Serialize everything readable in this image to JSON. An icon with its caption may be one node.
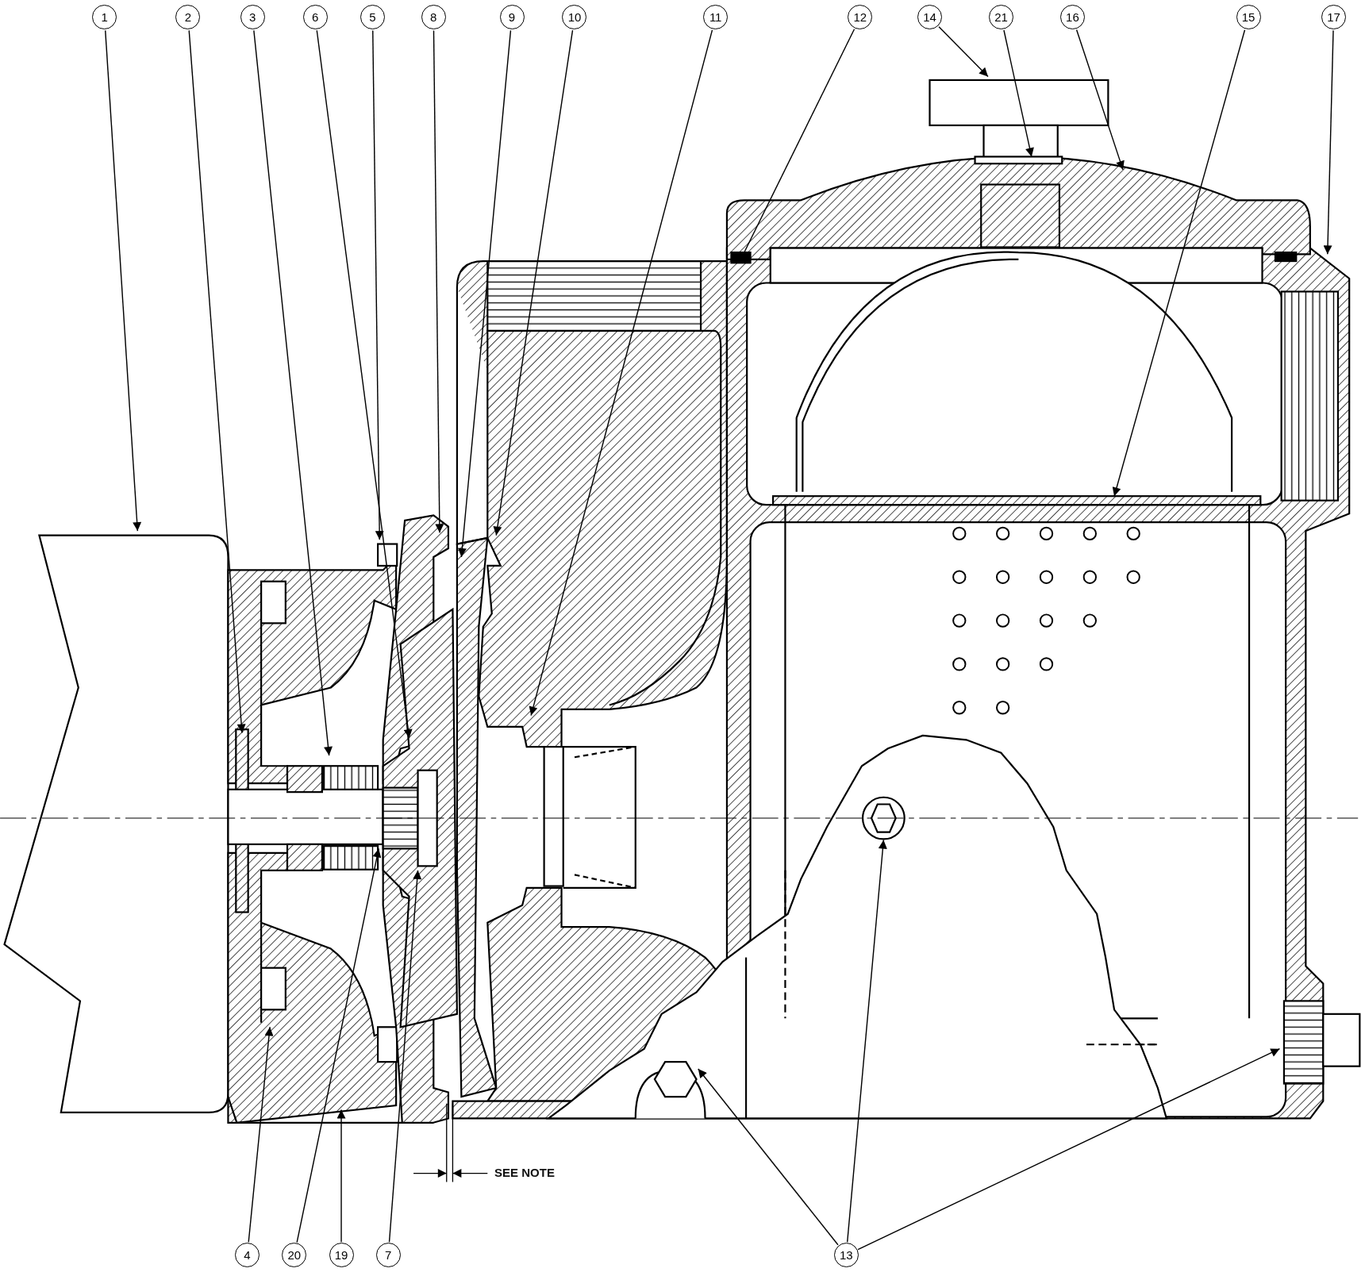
{
  "diagram": {
    "nodes": [
      {
        "text": [
          "1"
        ]
      },
      {
        "text": [
          "2"
        ]
      },
      {
        "text": [
          "3"
        ]
      },
      {
        "text": [
          "6"
        ]
      },
      {
        "text": [
          "5"
        ]
      },
      {
        "text": [
          "8"
        ]
      },
      {
        "text": [
          "9"
        ]
      },
      {
        "text": [
          "10"
        ]
      },
      {
        "text": [
          "11"
        ]
      },
      {
        "text": [
          "12"
        ]
      },
      {
        "text": [
          "14"
        ]
      },
      {
        "text": [
          "21"
        ]
      },
      {
        "text": [
          "16"
        ]
      },
      {
        "text": [
          "15"
        ]
      },
      {
        "text": [
          "17"
        ]
      },
      {
        "text": [
          "4"
        ]
      },
      {
        "text": [
          "20"
        ]
      },
      {
        "text": [
          "19"
        ]
      },
      {
        "text": [
          "7"
        ]
      },
      {
        "text": [
          "13"
        ]
      }
    ],
    "edges": [
      {
        "from": 0,
        "to": null,
        "arrow": "to"
      },
      {
        "from": 1,
        "to": null,
        "arrow": "to"
      },
      {
        "from": 2,
        "to": null,
        "arrow": "to"
      },
      {
        "from": 3,
        "to": null,
        "arrow": "to"
      },
      {
        "from": 4,
        "to": null,
        "arrow": "to"
      },
      {
        "from": 5,
        "to": null,
        "arrow": "to"
      },
      {
        "from": 6,
        "to": null,
        "arrow": "to"
      },
      {
        "from": 7,
        "to": null,
        "arrow": "to"
      },
      {
        "from": 8,
        "to": null,
        "arrow": "to"
      },
      {
        "from": 9,
        "to": null,
        "arrow": "to"
      },
      {
        "from": 10,
        "to": null,
        "arrow": "to"
      },
      {
        "from": 11,
        "to": null,
        "arrow": "to"
      },
      {
        "from": 12,
        "to": null,
        "arrow": "to"
      },
      {
        "from": 13,
        "to": null,
        "arrow": "to"
      },
      {
        "from": 14,
        "to": null,
        "arrow": "to"
      },
      {
        "from": 15,
        "to": null,
        "arrow": "to"
      },
      {
        "from": 16,
        "to": null,
        "arrow": "to"
      },
      {
        "from": 17,
        "to": null,
        "arrow": "to"
      },
      {
        "from": 18,
        "to": null,
        "arrow": "to"
      },
      {
        "from": 19,
        "to": null,
        "arrow": "to"
      },
      {
        "from": 19,
        "to": null,
        "arrow": "to"
      },
      {
        "from": 19,
        "to": null,
        "arrow": "to"
      }
    ],
    "labels": [
      "SEE NOTE"
    ]
  }
}
